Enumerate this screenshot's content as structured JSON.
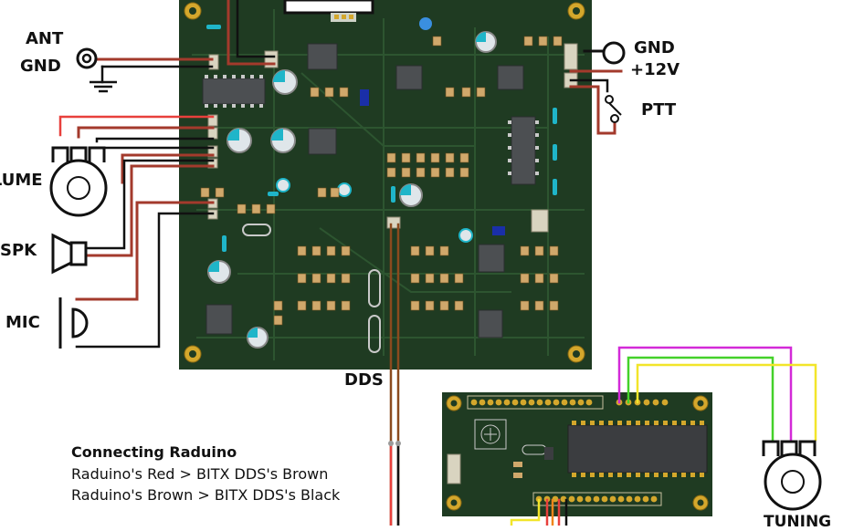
{
  "labels": {
    "ant": "ANT",
    "gnd_left": "GND",
    "gnd_right": "GND",
    "plus12v": "+12V",
    "ptt": "PTT",
    "volume": "VOLUME",
    "spk": "SPK",
    "mic": "MIC",
    "dds": "DDS",
    "tuning": "TUNING"
  },
  "note": {
    "title": "Connecting Raduino",
    "line1": "Raduino's Red > BITX DDS's Brown",
    "line2": "Raduino's Brown > BITX DDS's Black"
  },
  "colors": {
    "pcb": "#1f3b22",
    "pcb_trace": "#2d5530",
    "pad": "#d4a72c",
    "wire_red": "#e8403c",
    "wire_dark_red": "#a33a2c",
    "wire_black": "#111111",
    "wire_brown": "#8b4a1e",
    "wire_green": "#44d12a",
    "wire_yellow": "#f2e52a",
    "wire_magenta": "#d32ad8",
    "wire_orange": "#f0861a"
  }
}
